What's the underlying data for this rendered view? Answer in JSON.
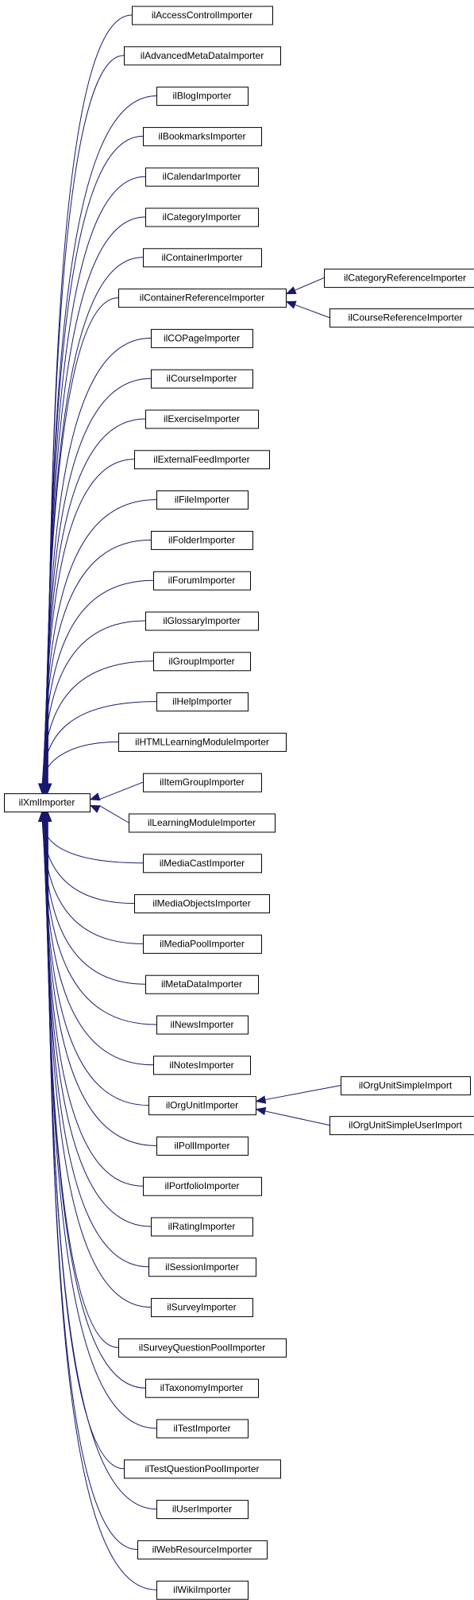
{
  "diagram": {
    "base_class": "ilXmlImporter",
    "edge_color": "#191970",
    "derived_classes": [
      "ilAccessControlImporter",
      "ilAdvancedMetaDataImporter",
      "ilBlogImporter",
      "ilBookmarksImporter",
      "ilCalendarImporter",
      "ilCategoryImporter",
      "ilContainerImporter",
      "ilContainerReferenceImporter",
      "ilCOPageImporter",
      "ilCourseImporter",
      "ilExerciseImporter",
      "ilExternalFeedImporter",
      "ilFileImporter",
      "ilFolderImporter",
      "ilForumImporter",
      "ilGlossaryImporter",
      "ilGroupImporter",
      "ilHelpImporter",
      "ilHTMLLearningModuleImporter",
      "ilItemGroupImporter",
      "ilLearningModuleImporter",
      "ilMediaCastImporter",
      "ilMediaObjectsImporter",
      "ilMediaPoolImporter",
      "ilMetaDataImporter",
      "ilNewsImporter",
      "ilNotesImporter",
      "ilOrgUnitImporter",
      "ilPollImporter",
      "ilPortfolioImporter",
      "ilRatingImporter",
      "ilSessionImporter",
      "ilSurveyImporter",
      "ilSurveyQuestionPoolImporter",
      "ilTaxonomyImporter",
      "ilTestImporter",
      "ilTestQuestionPoolImporter",
      "ilUserImporter",
      "ilWebResourceImporter",
      "ilWikiImporter"
    ],
    "sub_derived": [
      {
        "parent": "ilContainerReferenceImporter",
        "children": [
          "ilCategoryReferenceImporter",
          "ilCourseReferenceImporter"
        ]
      },
      {
        "parent": "ilOrgUnitImporter",
        "children": [
          "ilOrgUnitSimpleImport",
          "ilOrgUnitSimpleUserImport"
        ]
      }
    ]
  }
}
